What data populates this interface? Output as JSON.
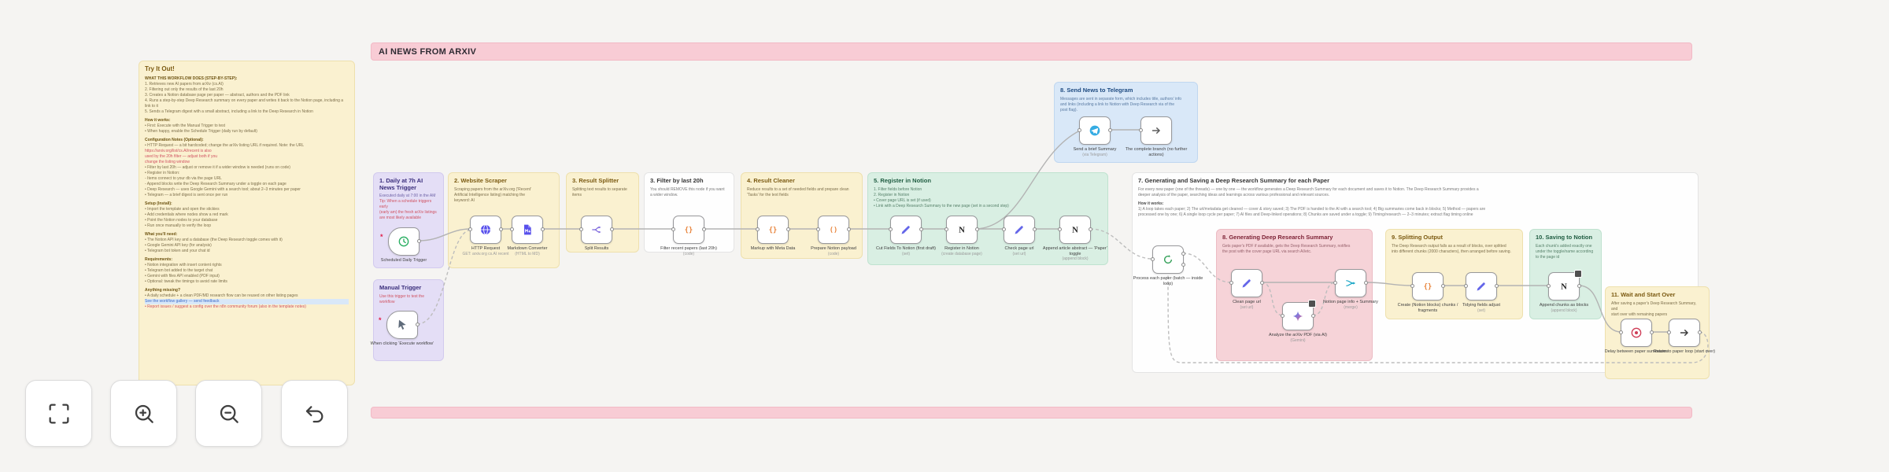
{
  "banner": {
    "title": "AI NEWS FROM ARXIV"
  },
  "toolbar": {
    "buttons": [
      "fit-view-icon",
      "zoom-in-icon",
      "zoom-out-icon",
      "undo-icon"
    ]
  },
  "colors": {
    "canvas": "#f5f4f2",
    "banner_pink": "#f8ccd5",
    "sticky_yellow": "#faf1d0",
    "sticky_purple": "#e4def6",
    "sticky_green": "#d9efe3",
    "sticky_blue": "#d9e8f8",
    "sticky_pink": "#f6d3d8",
    "wire_gray": "#b3b3b3"
  },
  "notes": {
    "try": {
      "title": "Try It Out!",
      "lines": [
        {
          "t": "WHAT THIS WORKFLOW DOES (STEP-BY-STEP):",
          "c": "h"
        },
        {
          "t": "1.  Retrieves new AI papers from arXiv (cs.AI)"
        },
        {
          "t": "2.  Filtering out only the results of the last 20h"
        },
        {
          "t": "3.  Creates a Notion database page per paper — abstract, authors and the PDF link"
        },
        {
          "t": "4.  Runs a step-by-step Deep Research summary on every paper and writes it back to the Notion page, including a link to it"
        },
        {
          "t": "5.  Sends a Telegram digest with a small abstract, including a link to the Deep Research in Notion"
        },
        {
          "t": "How it works:",
          "c": "h"
        },
        {
          "t": "•  First: Execute with the Manual Trigger to test"
        },
        {
          "t": "•  When happy, enable the Schedule Trigger (daily run by default)"
        },
        {
          "t": "Configuration Notes (Optional):",
          "c": "h"
        },
        {
          "t": "•  HTTP Request — a bit hardcoded; change the arXiv listing URL if required. Note: the URL"
        },
        {
          "t": "    https://arxiv.org/list/cs.AI/recent is also",
          "c": "red"
        },
        {
          "t": "    used by the 20h filter — adjust both if you",
          "c": "red"
        },
        {
          "t": "    change the listing window",
          "c": "red"
        },
        {
          "t": "•  Filter by last 20h — adjust or remove it if a wider window is needed (runs on code)"
        },
        {
          "t": "•  Register in Notion:"
        },
        {
          "t": "    -  Items connect to your db via the page URL"
        },
        {
          "t": "    -  Append blocks write the Deep Research Summary under a toggle on each page"
        },
        {
          "t": "•  Deep Research — uses Google Gemini with a search tool; about 2–3 minutes per paper"
        },
        {
          "t": "•  Telegram — a brief digest is sent once per run"
        },
        {
          "t": "Setup (Install):",
          "c": "h"
        },
        {
          "t": "•  Import the template and open the stickies"
        },
        {
          "t": "•  Add credentials where nodes show a red mark"
        },
        {
          "t": "•  Point the Notion nodes to your database"
        },
        {
          "t": "•  Run once manually to verify the loop"
        },
        {
          "t": "What you'll need:",
          "c": "h"
        },
        {
          "t": "•  The Notion API key and a database (the Deep Research toggle comes with it)"
        },
        {
          "t": "•  Google Gemini API key (for analysis)"
        },
        {
          "t": "•  Telegram bot token and your chat id"
        },
        {
          "t": "Requirements:",
          "c": "h"
        },
        {
          "t": "•  Notion integration with insert content rights"
        },
        {
          "t": "•  Telegram bot added to the target chat"
        },
        {
          "t": "•  Gemini with files API enabled (PDF input)"
        },
        {
          "t": "•  Optional: tweak the timings to avoid rate limits"
        },
        {
          "t": "Anything missing?",
          "c": "h"
        },
        {
          "t": "•  A daily schedule + a clean PDF/MD research flow can be reused on other listing pages"
        },
        {
          "t": "    See the workflow gallery — send feedback",
          "c": "blue"
        },
        {
          "t": "•  Report issues / suggest a config over the n8n community forum (also in the template notes)",
          "c": "red"
        }
      ]
    },
    "daily": {
      "title": "1. Daily at 7h AI News Trigger",
      "lines": [
        {
          "t": "Executed daily at 7:00 in the AM"
        },
        {
          "t": "Tip: When a schedule triggers early",
          "c": "red"
        },
        {
          "t": "(early am) the fresh arXiv listings",
          "c": "red"
        },
        {
          "t": "are most likely available",
          "c": "red"
        }
      ]
    },
    "manual": {
      "title": "Manual Trigger",
      "lines": [
        {
          "t": "Use this trigger to test the workflow",
          "c": "red"
        }
      ]
    },
    "scraper": {
      "title": "2. Website Scraper",
      "lines": [
        {
          "t": "Scraping papers from the arXiv.org ('Recent'"
        },
        {
          "t": "Artificial Intelligence listing) matching the"
        },
        {
          "t": "keyword: AI"
        }
      ]
    },
    "splitter": {
      "title": "3. Result Splitter",
      "lines": [
        {
          "t": "Splitting text results to separate items"
        }
      ]
    },
    "filter": {
      "title": "3. Filter by last 20h",
      "lines": [
        {
          "t": "You should REMOVE this node if you want"
        },
        {
          "t": "a wider window."
        }
      ]
    },
    "cleaner": {
      "title": "4. Result Cleaner",
      "lines": [
        {
          "t": "Reduce results to a set of needed fields and prepare clean"
        },
        {
          "t": "'Tasks' for the text fields"
        }
      ]
    },
    "register": {
      "title": "5. Register in Notion",
      "lines": [
        {
          "t": "1.  Filter fields before Notion"
        },
        {
          "t": "2.  Register in Notion"
        },
        {
          "t": "•  Cover page URL is set (if used)"
        },
        {
          "t": "•  Link with a Deep Research Summary to the new page (set in a second step)"
        }
      ]
    },
    "telegram": {
      "title": "8. Send News to Telegram",
      "lines": [
        {
          "t": "Messages are sent in separate form, which includes title, authors' info"
        },
        {
          "t": "and links (including a link to Notion with Deep Research via of the"
        },
        {
          "t": "post flag)."
        }
      ]
    },
    "research": {
      "title": "7. Generating and Saving a Deep Research Summary for each Paper",
      "lines": [
        {
          "t": "For every new paper (one of the threads) — one by one — the workflow generates a Deep Research Summary for each document and saves it to Notion. The Deep Research Summary provides a"
        },
        {
          "t": "deeper analysis of the paper, searching ideas and learnings across various professional and relevant sources."
        },
        {
          "t": "How it works:",
          "c": "h"
        },
        {
          "t": "1) A loop takes each paper;  2) The url/metadata get cleaned — cover & story saved;  3) The PDF is handed to the AI with a search tool;  4) Big summaries come back in blocks;  5) Method — papers are"
        },
        {
          "t": "processed one by one;  6) A single loop cycle per paper;  7) AI files and Deep-linked operations;  8) Chunks are saved under a toggle;  9) Timing/research — 2–3 minutes; extract flag timing online"
        }
      ]
    },
    "gen_summary": {
      "title": "8. Generating Deep Research Summary",
      "lines": [
        {
          "t": "Gets paper's PDF if available, gets the Deep Research Summary, notifies"
        },
        {
          "t": "the post with the cover page URL via search AI/etc."
        }
      ]
    },
    "split_output": {
      "title": "9. Splitting Output",
      "lines": [
        {
          "t": "The Deep Research output falls as a result of blocks, over splitted"
        },
        {
          "t": "into different chunks (2000 characters), then arranged before saving."
        }
      ]
    },
    "saving": {
      "title": "10. Saving to Notion",
      "lines": [
        {
          "t": "Each chunk's added exactly one"
        },
        {
          "t": "under the toggle/name according"
        },
        {
          "t": "to the page id"
        }
      ]
    },
    "wait_over": {
      "title": "11. Wait and Start Over",
      "lines": [
        {
          "t": "After saving a paper's Deep Research Summary, and"
        },
        {
          "t": "start over with remaining papers"
        }
      ]
    }
  },
  "nodes": {
    "schedule": {
      "label": "Scheduled Daily Trigger",
      "icon": "clock-icon"
    },
    "manual": {
      "label": "When clicking ‘Execute workflow’",
      "icon": "cursor-icon"
    },
    "http": {
      "label": "HTTP Request",
      "sub": "GET: arxiv.org cs.AI recent",
      "icon": "globe-icon"
    },
    "markdown": {
      "label": "Markdown Converter",
      "sub": "(HTML to MD)",
      "icon": "document-icon"
    },
    "split": {
      "label": "Split Results",
      "icon": "split-icon"
    },
    "filter": {
      "label": "Filter recent papers (last 20h)",
      "sub": "(code)",
      "icon": "code-braces-icon"
    },
    "meta": {
      "label": "Markup with Meta Data",
      "icon": "code-braces-icon"
    },
    "payload": {
      "label": "Prepare Notion payload",
      "sub": "(code)",
      "icon": "code-parens-icon"
    },
    "cutfields": {
      "label": "Cut Fields To Notion (first draft)",
      "sub": "(set)",
      "icon": "pencil-icon"
    },
    "regnotion": {
      "label": "Register in Notion",
      "sub": "(create database page)",
      "icon": "notion-icon"
    },
    "checkurl": {
      "label": "Check page url",
      "sub": "(set url)",
      "icon": "pencil-icon"
    },
    "append1": {
      "label": "Append article abstract — ‘Paper’ toggle",
      "sub": "(append block)",
      "icon": "notion-icon"
    },
    "tg_send": {
      "label": "Send a brief Summary",
      "sub": "(via Telegram)",
      "icon": "telegram-icon"
    },
    "tg_noop": {
      "label": "The complete branch (no further actions)",
      "icon": "arrow-right-icon"
    },
    "loop": {
      "label": "Process each paper (batch — inside loop)",
      "icon": "loop-icon"
    },
    "cleanurl": {
      "label": "Clean page url",
      "sub": "(set url)",
      "icon": "pencil-icon"
    },
    "gemini": {
      "label": "Analyze the arXiv PDF (via AI)",
      "sub": "(Gemini)",
      "icon": "gemini-star-icon"
    },
    "merge": {
      "label": "Notion page info + Summary",
      "sub": "(merge)",
      "icon": "merge-icon"
    },
    "chunks": {
      "label": "Create (Notion blocks) chunks / fragments",
      "icon": "code-braces-icon"
    },
    "tidy": {
      "label": "Tidying fields adjust",
      "sub": "(set)",
      "icon": "pencil-icon"
    },
    "appendblk": {
      "label": "Append chunks as blocks",
      "sub": "(append block)",
      "icon": "notion-icon"
    },
    "wait": {
      "label": "Delay between paper summaries",
      "icon": "wait-icon"
    },
    "return": {
      "label": "Return to paper loop (start over)",
      "icon": "arrow-right-icon"
    }
  },
  "warning_mark": "*"
}
